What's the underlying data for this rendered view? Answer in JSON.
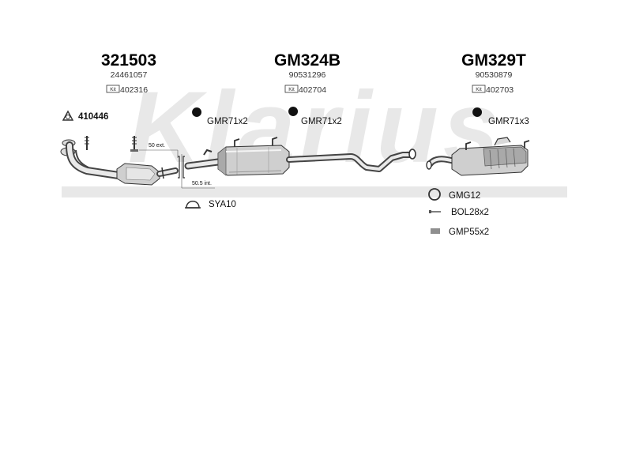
{
  "watermark": {
    "brand": "Klarius"
  },
  "groups": [
    {
      "part_number": "321503",
      "ref_number": "24461057",
      "kit_label": "Kit",
      "kit_number": "402316"
    },
    {
      "part_number": "GM324B",
      "ref_number": "90531296",
      "kit_label": "Kit",
      "kit_number": "402704"
    },
    {
      "part_number": "GM329T",
      "ref_number": "90530879",
      "kit_label": "Kit",
      "kit_number": "402703"
    }
  ],
  "callouts": {
    "gasket_front": "410446",
    "mount_1": "GMR71x2",
    "mount_2": "GMR71x2",
    "mount_3": "GMR71x3",
    "clamp": "SYA10",
    "ring": "GMG12",
    "bolt": "BOL28x2",
    "spring": "GMP55x2"
  },
  "dimensions": {
    "ext": "50 ext.",
    "int": "50.5 int."
  }
}
